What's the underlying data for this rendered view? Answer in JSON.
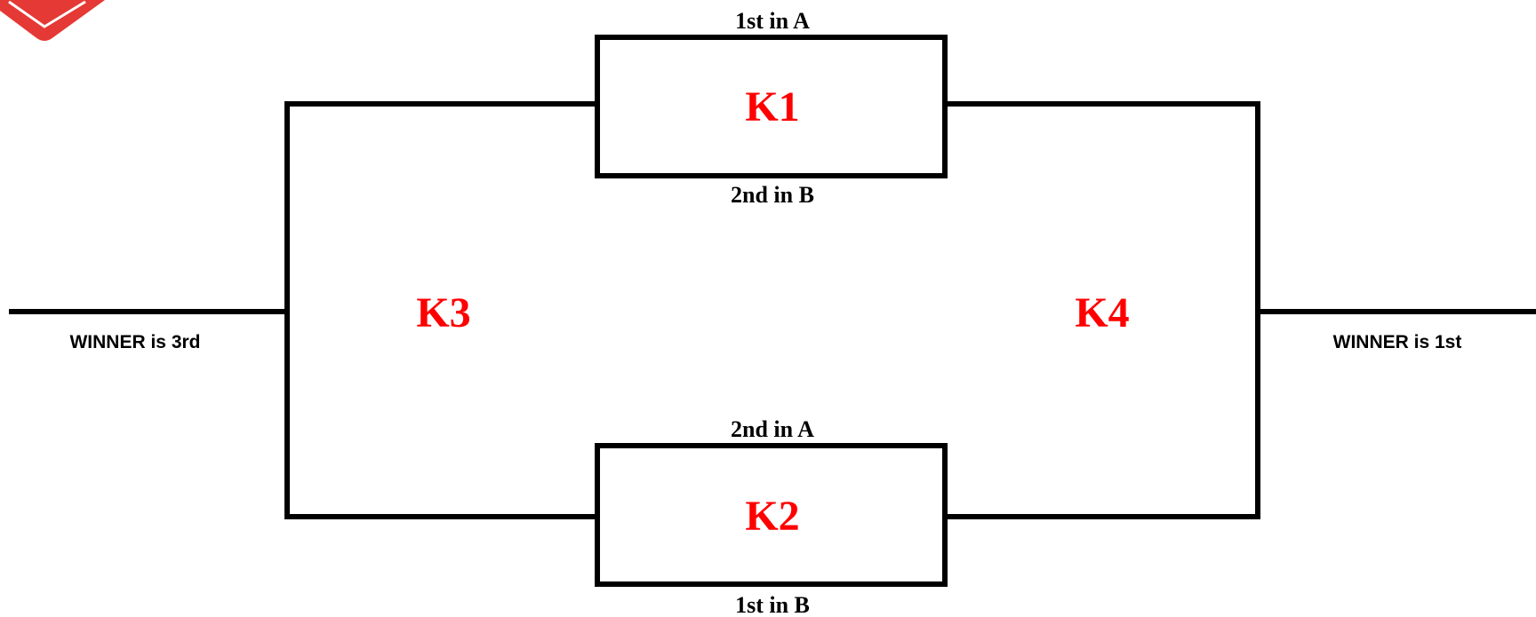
{
  "colors": {
    "line": "#000000",
    "match_label": "#ff0000",
    "seed_label": "#000000",
    "logo": "#e53935"
  },
  "logo": {
    "icon": "red-chevron-badge"
  },
  "matches": {
    "k1": {
      "label": "K1",
      "top_seed": "1st in A",
      "bottom_seed": "2nd in B"
    },
    "k2": {
      "label": "K2",
      "top_seed": "2nd in A",
      "bottom_seed": "1st in B"
    },
    "k3": {
      "label": "K3",
      "outcome": "WINNER is 3rd"
    },
    "k4": {
      "label": "K4",
      "outcome": "WINNER is 1st"
    }
  }
}
